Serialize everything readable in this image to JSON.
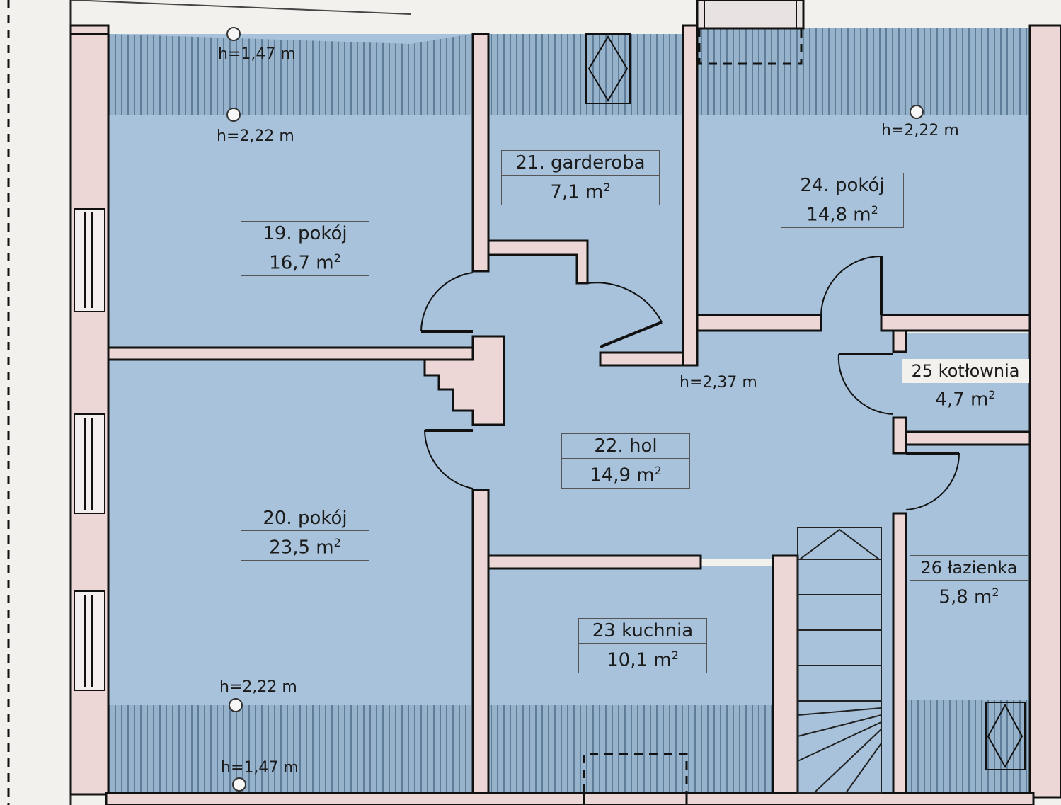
{
  "rooms": [
    {
      "id": "19",
      "name": "19. pokój",
      "area": "16,7 m",
      "sup": "2"
    },
    {
      "id": "20",
      "name": "20. pokój",
      "area": "23,5 m",
      "sup": "2"
    },
    {
      "id": "21",
      "name": "21. garderoba",
      "area": "7,1 m",
      "sup": "2"
    },
    {
      "id": "22",
      "name": "22. hol",
      "area": "14,9 m",
      "sup": "2"
    },
    {
      "id": "23",
      "name": "23 kuchnia",
      "area": "10,1 m",
      "sup": "2"
    },
    {
      "id": "24",
      "name": "24. pokój",
      "area": "14,8 m",
      "sup": "2"
    },
    {
      "id": "25",
      "name": "25 kotłownia",
      "area": "4,7 m",
      "sup": "2"
    },
    {
      "id": "26",
      "name": "26 łazienka",
      "area": "5,8 m",
      "sup": "2"
    }
  ],
  "heights": [
    "h=1,47 m",
    "h=2,22 m",
    "h=2,22 m",
    "h=2,37 m",
    "h=2,22 m",
    "h=1,47 m"
  ],
  "colors": {
    "room": "#a7c2da",
    "hatch": "#7d98b2",
    "wall": "#ecd6d6",
    "background": "#f3f1ee"
  }
}
